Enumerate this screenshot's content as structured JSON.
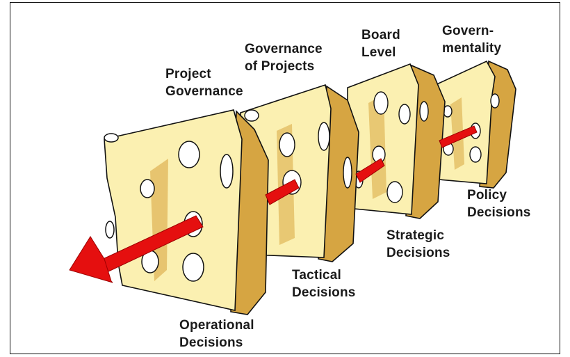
{
  "colors": {
    "cheese_face": "#fbf0b1",
    "cheese_side": "#d6a542",
    "cheese_shadow": "#b98a2e",
    "hole_rim": "#9a7424",
    "arrow": "#e50f0f",
    "outline": "#111111"
  },
  "layers": [
    {
      "top_label": [
        "Project",
        "Governance"
      ],
      "bottom_label": [
        "Operational",
        "Decisions"
      ]
    },
    {
      "top_label": [
        "Governance",
        "of Projects"
      ],
      "bottom_label": [
        "Tactical",
        "Decisions"
      ]
    },
    {
      "top_label": [
        "Board",
        "Level"
      ],
      "bottom_label": [
        "Strategic",
        "Decisions"
      ]
    },
    {
      "top_label": [
        "Govern-",
        "mentality"
      ],
      "bottom_label": [
        "Policy",
        "Decisions"
      ]
    }
  ]
}
